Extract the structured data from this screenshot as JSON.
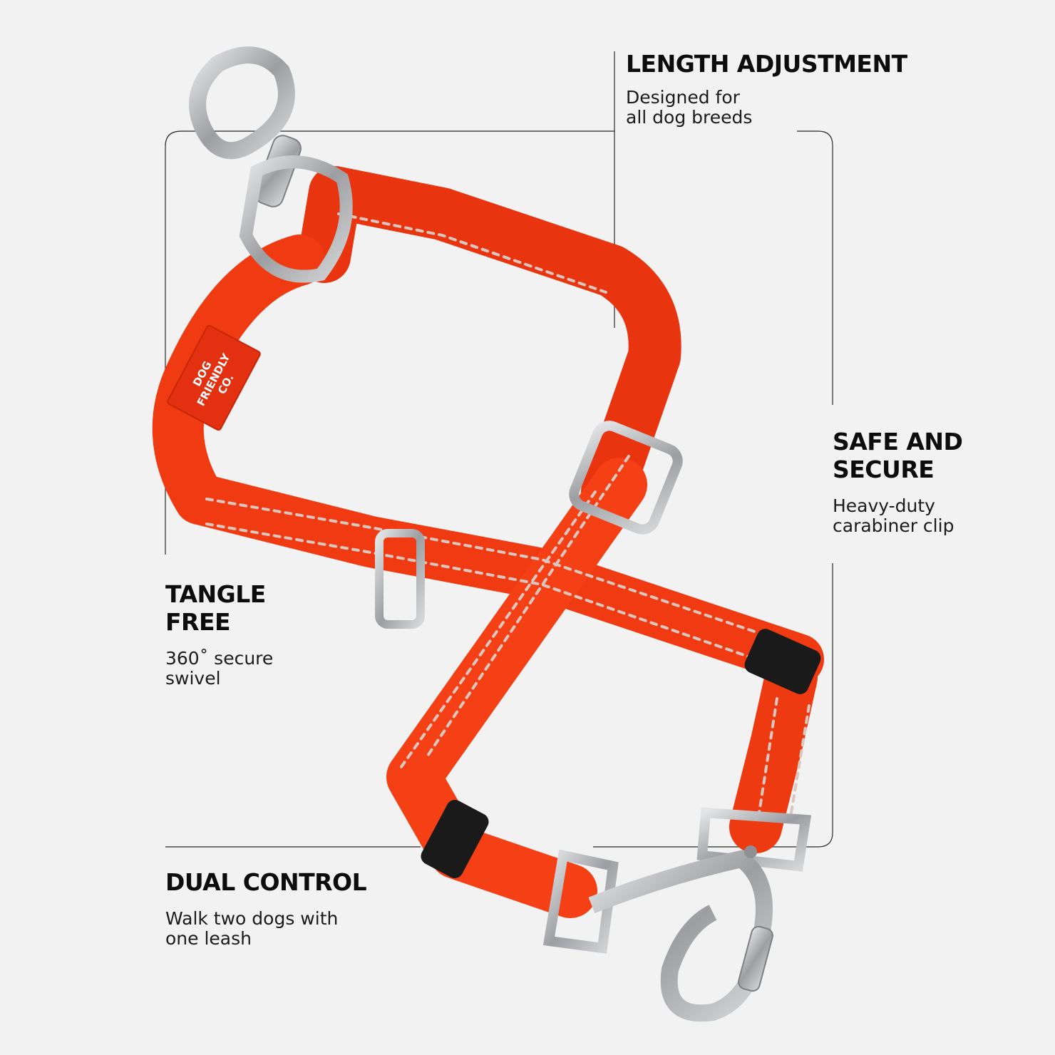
{
  "features": {
    "length": {
      "title": "LENGTH ADJUSTMENT",
      "desc": "Designed for\nall dog breeds"
    },
    "safe": {
      "title": "SAFE AND\nSECURE",
      "desc": "Heavy-duty\ncarabiner clip"
    },
    "tangle": {
      "title": "TANGLE\nFREE",
      "desc": "360˚ secure\nswivel"
    },
    "dual": {
      "title": "DUAL CONTROL",
      "desc": "Walk two dogs with\none leash"
    }
  },
  "brand_tag": {
    "line1": "DOG",
    "line2": "FRIENDLY",
    "line3": "CO."
  },
  "colors": {
    "background": "#f2f2f2",
    "strap": "#f03a12",
    "stitch": "#d9c7c0",
    "metal": "#a9aaac",
    "text": "#111111"
  },
  "icons": [
    "swivel-ring-icon",
    "adjuster-buckle-icon",
    "carabiner-clip-icon"
  ]
}
